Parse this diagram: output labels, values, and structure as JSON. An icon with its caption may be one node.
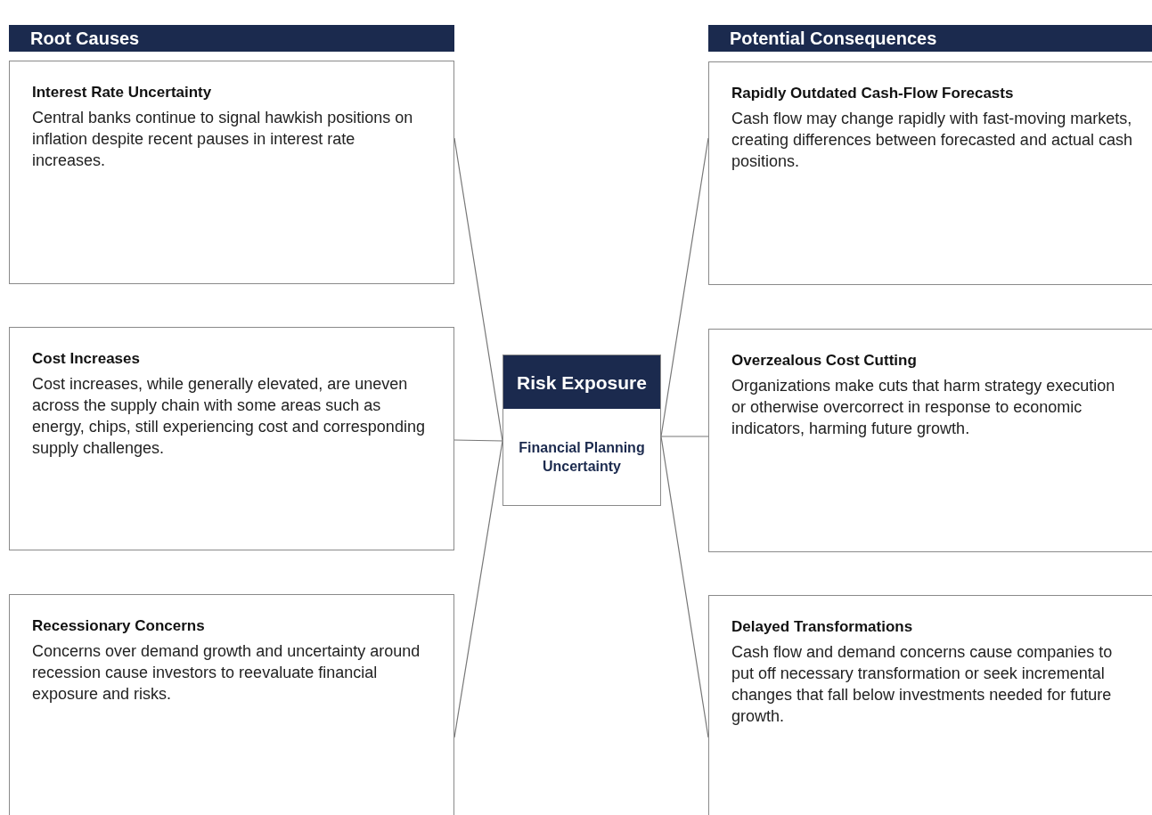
{
  "diagram": {
    "nodes": [
      {
        "text": [
          "Root Causes"
        ]
      },
      {
        "text": [
          "Potential Consequences"
        ]
      },
      {
        "text": [
          "Interest Rate Uncertainty",
          "Central banks continue to signal hawkish positions on inflation despite recent pauses in interest rate increases."
        ]
      },
      {
        "text": [
          "Cost Increases",
          "Cost increases, while generally elevated, are uneven across the supply chain with some areas such as energy, chips, still experiencing cost and corresponding supply challenges."
        ]
      },
      {
        "text": [
          "Recessionary Concerns",
          "Concerns over demand growth and uncertainty around recession cause investors to reevaluate financial exposure and risks."
        ]
      },
      {
        "text": [
          "Risk Exposure",
          "Financial Planning Uncertainty"
        ]
      },
      {
        "text": [
          "Rapidly Outdated Cash-Flow Forecasts",
          "Cash flow may change rapidly with fast-moving markets, creating differences between forecasted and actual cash positions."
        ]
      },
      {
        "text": [
          "Overzealous Cost Cutting",
          "Organizations make cuts that harm strategy execution or otherwise overcorrect in response to economic indicators, harming future growth."
        ]
      },
      {
        "text": [
          "Delayed Transformations",
          "Cash flow and demand concerns cause companies to put off necessary transformation or seek incremental changes that fall below investments needed for future growth."
        ]
      }
    ],
    "edges": [
      {
        "from": 2,
        "to": 5,
        "arrow": "none"
      },
      {
        "from": 3,
        "to": 5,
        "arrow": "none"
      },
      {
        "from": 4,
        "to": 5,
        "arrow": "none"
      },
      {
        "from": 5,
        "to": 6,
        "arrow": "none"
      },
      {
        "from": 5,
        "to": 7,
        "arrow": "none"
      },
      {
        "from": 5,
        "to": 8,
        "arrow": "none"
      }
    ]
  }
}
